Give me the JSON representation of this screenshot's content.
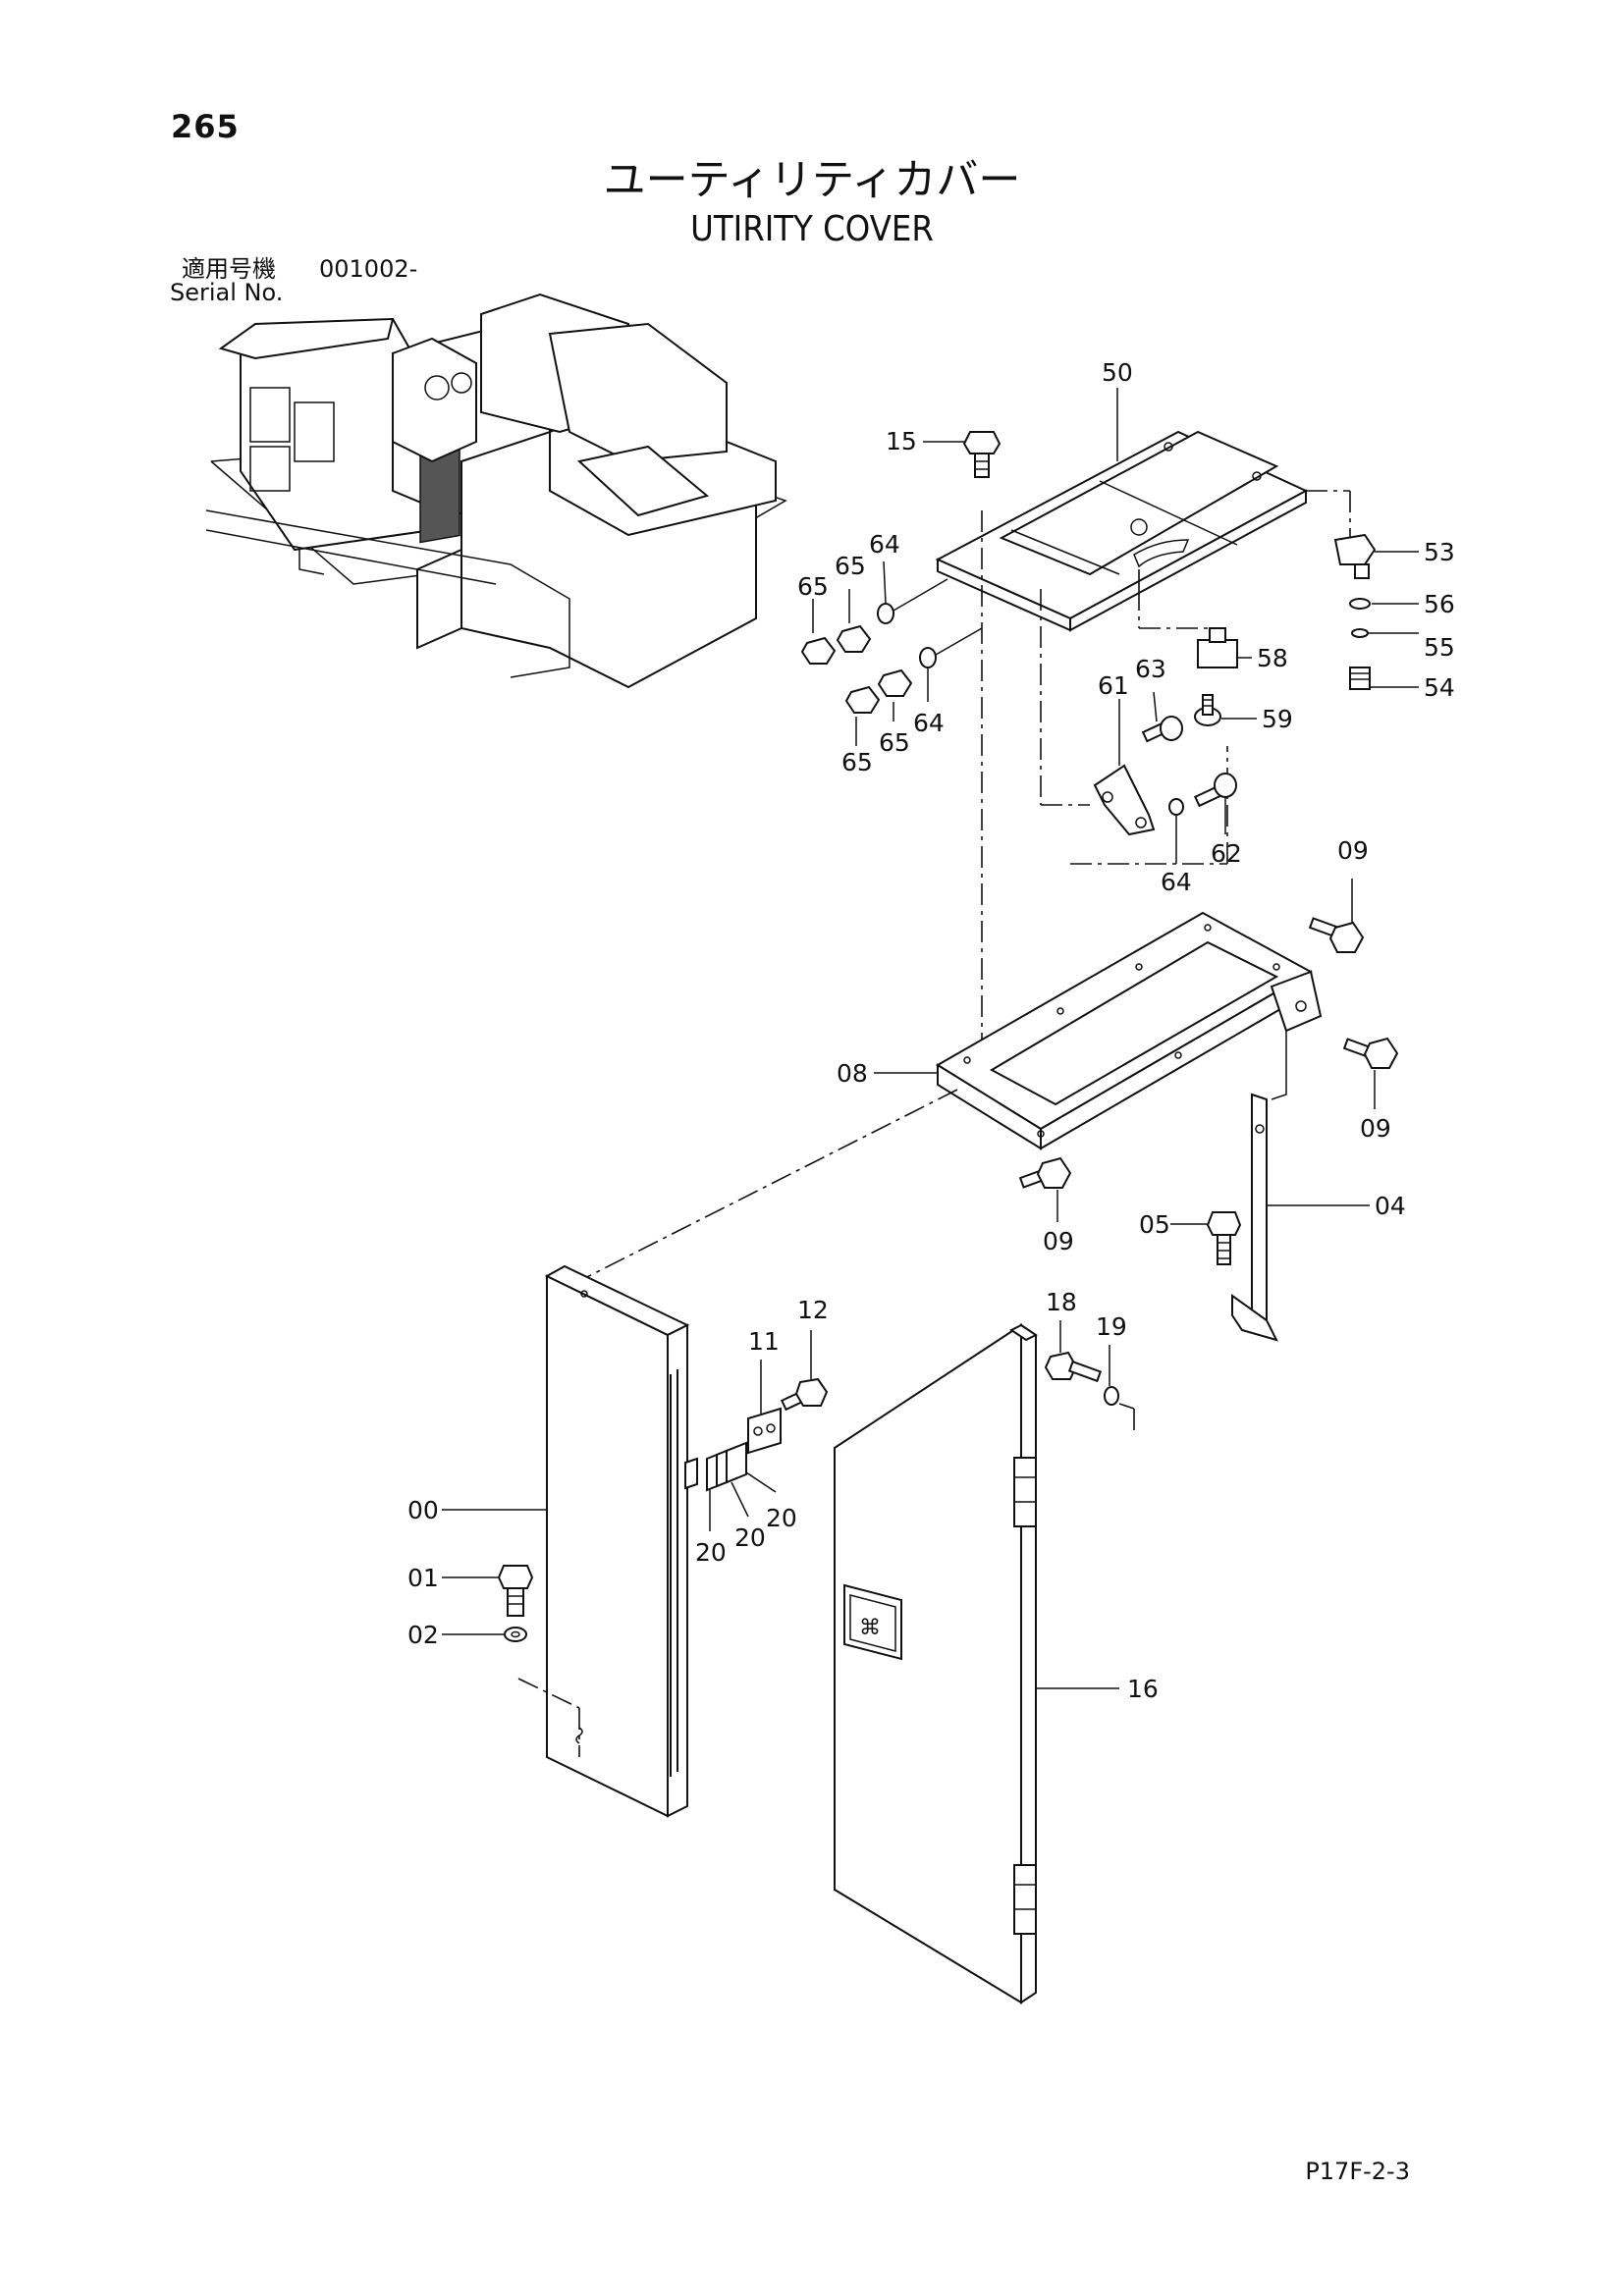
{
  "page_number": "265",
  "title_jp": "ユーティリティカバー",
  "title_en": "UTIRITY COVER",
  "serial_label_jp": "適用号機",
  "serial_number": "001002-",
  "serial_label_en": "Serial No.",
  "drawing_ref": "P17F-2-3",
  "callouts": {
    "c50": "50",
    "c15": "15",
    "c53": "53",
    "c56": "56",
    "c55": "55",
    "c54": "54",
    "c58": "58",
    "c59": "59",
    "c63": "63",
    "c61": "61",
    "c62": "62",
    "c64a": "64",
    "c64b": "64",
    "c64c": "64",
    "c65a": "65",
    "c65b": "65",
    "c65c": "65",
    "c65d": "65",
    "c09a": "09",
    "c09b": "09",
    "c09c": "09",
    "c08": "08",
    "c05": "05",
    "c04": "04",
    "c12": "12",
    "c11": "11",
    "c18": "18",
    "c19": "19",
    "c20a": "20",
    "c20b": "20",
    "c20c": "20",
    "c00": "00",
    "c01": "01",
    "c02": "02",
    "c16": "16"
  }
}
